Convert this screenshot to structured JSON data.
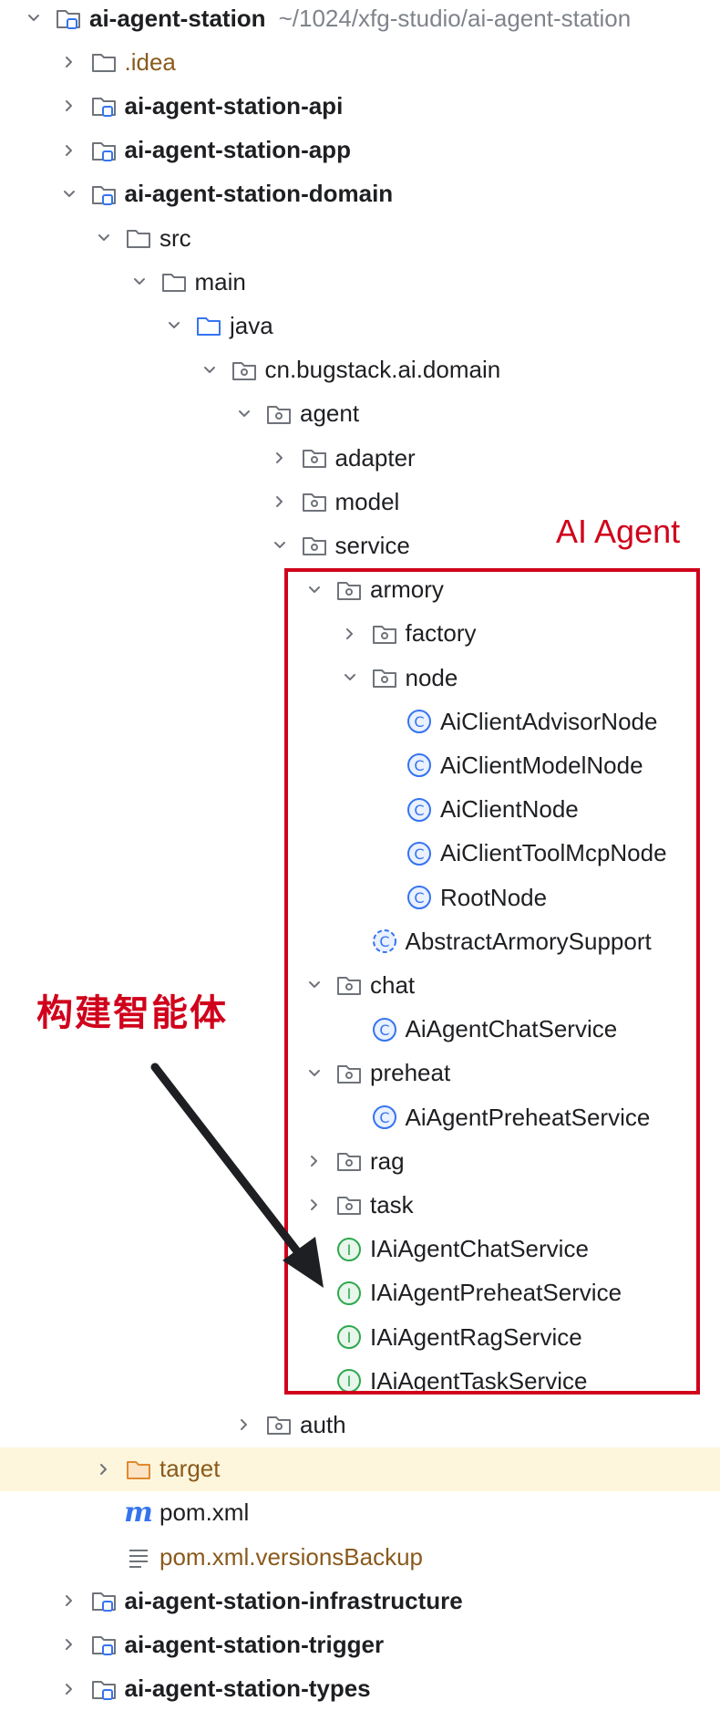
{
  "tree": [
    {
      "depth": 0,
      "exp": "open",
      "icon": "module",
      "label": "ai-agent-station",
      "style": "bold",
      "path": "~/1024/xfg-studio/ai-agent-station"
    },
    {
      "depth": 1,
      "exp": "closed",
      "icon": "folder",
      "label": ".idea",
      "style": "brown"
    },
    {
      "depth": 1,
      "exp": "closed",
      "icon": "module",
      "label": "ai-agent-station-api",
      "style": "bold"
    },
    {
      "depth": 1,
      "exp": "closed",
      "icon": "module",
      "label": "ai-agent-station-app",
      "style": "bold"
    },
    {
      "depth": 1,
      "exp": "open",
      "icon": "module",
      "label": "ai-agent-station-domain",
      "style": "bold"
    },
    {
      "depth": 2,
      "exp": "open",
      "icon": "folder",
      "label": "src"
    },
    {
      "depth": 3,
      "exp": "open",
      "icon": "folder",
      "label": "main"
    },
    {
      "depth": 4,
      "exp": "open",
      "icon": "source-folder",
      "label": "java"
    },
    {
      "depth": 5,
      "exp": "open",
      "icon": "package",
      "label": "cn.bugstack.ai.domain"
    },
    {
      "depth": 6,
      "exp": "open",
      "icon": "package",
      "label": "agent"
    },
    {
      "depth": 7,
      "exp": "closed",
      "icon": "package",
      "label": "adapter"
    },
    {
      "depth": 7,
      "exp": "closed",
      "icon": "package",
      "label": "model"
    },
    {
      "depth": 7,
      "exp": "open",
      "icon": "package",
      "label": "service"
    },
    {
      "depth": 8,
      "exp": "open",
      "icon": "package",
      "label": "armory"
    },
    {
      "depth": 9,
      "exp": "closed",
      "icon": "package",
      "label": "factory"
    },
    {
      "depth": 9,
      "exp": "open",
      "icon": "package",
      "label": "node"
    },
    {
      "depth": 10,
      "exp": "none",
      "icon": "class",
      "label": "AiClientAdvisorNode"
    },
    {
      "depth": 10,
      "exp": "none",
      "icon": "class",
      "label": "AiClientModelNode"
    },
    {
      "depth": 10,
      "exp": "none",
      "icon": "class",
      "label": "AiClientNode"
    },
    {
      "depth": 10,
      "exp": "none",
      "icon": "class",
      "label": "AiClientToolMcpNode"
    },
    {
      "depth": 10,
      "exp": "none",
      "icon": "class",
      "label": "RootNode"
    },
    {
      "depth": 9,
      "exp": "none",
      "icon": "abstract-class",
      "label": "AbstractArmorySupport"
    },
    {
      "depth": 8,
      "exp": "open",
      "icon": "package",
      "label": "chat"
    },
    {
      "depth": 9,
      "exp": "none",
      "icon": "class",
      "label": "AiAgentChatService"
    },
    {
      "depth": 8,
      "exp": "open",
      "icon": "package",
      "label": "preheat"
    },
    {
      "depth": 9,
      "exp": "none",
      "icon": "class",
      "label": "AiAgentPreheatService"
    },
    {
      "depth": 8,
      "exp": "closed",
      "icon": "package",
      "label": "rag"
    },
    {
      "depth": 8,
      "exp": "closed",
      "icon": "package",
      "label": "task"
    },
    {
      "depth": 8,
      "exp": "none",
      "icon": "interface",
      "label": "IAiAgentChatService"
    },
    {
      "depth": 8,
      "exp": "none",
      "icon": "interface",
      "label": "IAiAgentPreheatService"
    },
    {
      "depth": 8,
      "exp": "none",
      "icon": "interface",
      "label": "IAiAgentRagService"
    },
    {
      "depth": 8,
      "exp": "none",
      "icon": "interface",
      "label": "IAiAgentTaskService"
    },
    {
      "depth": 6,
      "exp": "closed",
      "icon": "package",
      "label": "auth"
    },
    {
      "depth": 2,
      "exp": "closed",
      "icon": "target-folder",
      "label": "target",
      "style": "brown",
      "selected": true
    },
    {
      "depth": 2,
      "exp": "none",
      "icon": "maven",
      "label": "pom.xml"
    },
    {
      "depth": 2,
      "exp": "none",
      "icon": "text-file",
      "label": "pom.xml.versionsBackup",
      "style": "brown"
    },
    {
      "depth": 1,
      "exp": "closed",
      "icon": "module",
      "label": "ai-agent-station-infrastructure",
      "style": "bold"
    },
    {
      "depth": 1,
      "exp": "closed",
      "icon": "module",
      "label": "ai-agent-station-trigger",
      "style": "bold"
    },
    {
      "depth": 1,
      "exp": "closed",
      "icon": "module",
      "label": "ai-agent-station-types",
      "style": "bold"
    }
  ],
  "annotations": {
    "box_label": "AI Agent",
    "arrow_label": "构建智能体",
    "color": "#d0011b"
  },
  "colors": {
    "class_blue": "#3574f0",
    "interface_green": "#2fa84f",
    "folder_gray": "#6f737a",
    "target_orange": "#e08a2e",
    "selection_bg": "#fdf6dd"
  }
}
